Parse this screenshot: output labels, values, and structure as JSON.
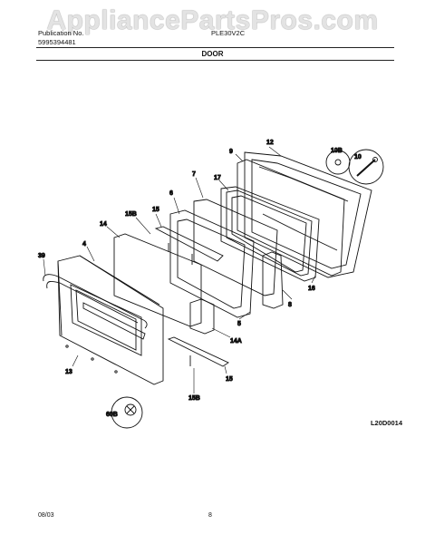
{
  "watermark": "AppliancePartsPros.com",
  "header": {
    "pub_label": "Publication No.",
    "pub_no": "5995394481",
    "model": "PLE30V2C",
    "section": "DOOR"
  },
  "diagram": {
    "code": "L20D0014",
    "callouts": [
      "12",
      "9",
      "10B",
      "10",
      "7",
      "17",
      "6",
      "15B",
      "15",
      "14",
      "39",
      "4",
      "16",
      "8",
      "5",
      "14A",
      "13",
      "60B",
      "15",
      "15B"
    ]
  },
  "footer": {
    "date": "08/03",
    "page": "8"
  }
}
